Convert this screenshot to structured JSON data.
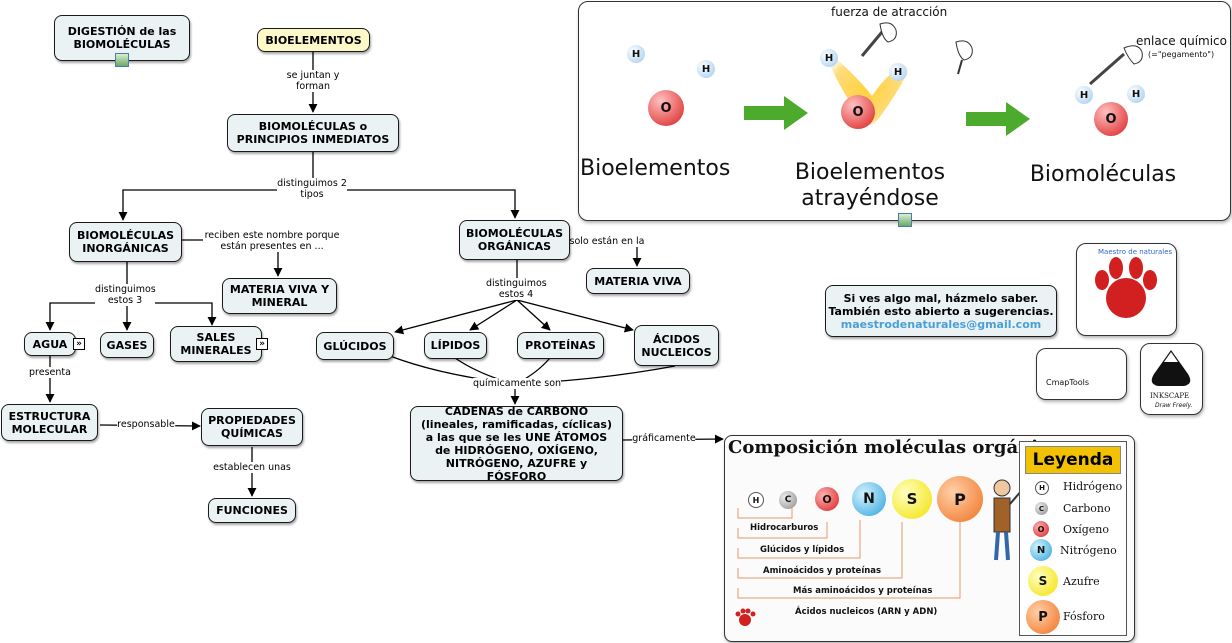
{
  "nodes": {
    "digestion": "DIGESTIÓN de las BIOMOLÉCULAS",
    "bioelementos": "BIOELEMENTOS",
    "biomoleculas": "BIOMOLÉCULAS o PRINCIPIOS INMEDIATOS",
    "inorganicas": "BIOMOLÉCULAS INORGÁNICAS",
    "organicas": "BIOMOLÉCULAS ORGÁNICAS",
    "materia_viva_mineral": "MATERIA VIVA Y MINERAL",
    "materia_viva": "MATERIA VIVA",
    "agua": "AGUA",
    "gases": "GASES",
    "sales": "SALES MINERALES",
    "glucidos": "GLÚCIDOS",
    "lipidos": "LÍPIDOS",
    "proteinas": "PROTEÍNAS",
    "acidos": "ÁCIDOS NUCLEICOS",
    "estructura": "ESTRUCTURA MOLECULAR",
    "propiedades": "PROPIEDADES QUÍMICAS",
    "funciones": "FUNCIONES",
    "cadenas": "CADENAS de CARBONO (lineales, ramificadas, cíclicas) a las que se les UNE ÁTOMOS de HIDRÓGENO, OXÍGENO, NITRÓGENO, AZUFRE y FÓSFORO"
  },
  "links": {
    "se_juntan": "se juntan y forman",
    "distinguimos_2": "distinguimos 2 tipos",
    "reciben": "reciben este nombre porque están presentes en ...",
    "solo_estan": "solo están en la",
    "distinguimos_3": "distinguimos estos 3",
    "distinguimos_4": "distinguimos estos 4",
    "presenta": "presenta",
    "responsable": "responsable",
    "establecen": "establecen unas",
    "quimicamente": "químicamente son",
    "graficamente": "gráficamente"
  },
  "expand_icon": "»",
  "top_panel": {
    "fuerza": "fuerza de atracción",
    "enlace": "enlace químico",
    "pegamento": "(=\"pegamento\")",
    "cap1": "Bioelementos",
    "cap2": "Bioelementos atrayéndose",
    "cap3": "Biomoléculas",
    "atom_h": "H",
    "atom_o": "O"
  },
  "suggestion": {
    "line1": "Si ves algo mal, házmelo saber.",
    "line2": "También esto abierto a sugerencias.",
    "email": "maestrodenaturales@gmail.com"
  },
  "logos": {
    "maestro": "Maestro de naturales",
    "cmaptools": "CmapTools",
    "inkscape": "INKSCAPE",
    "inkscape_sub": "Draw Freely."
  },
  "composicion": {
    "title": "Composición moléculas orgánicas",
    "legend_title": "Leyenda",
    "atoms": [
      "H",
      "C",
      "O",
      "N",
      "S",
      "P"
    ],
    "legend": [
      {
        "sym": "H",
        "name": "Hidrógeno"
      },
      {
        "sym": "C",
        "name": "Carbono"
      },
      {
        "sym": "O",
        "name": "Oxígeno"
      },
      {
        "sym": "N",
        "name": "Nitrógeno"
      },
      {
        "sym": "S",
        "name": "Azufre"
      },
      {
        "sym": "P",
        "name": "Fósforo"
      }
    ],
    "brackets": [
      "Hidrocarburos",
      "Glúcidos y lípidos",
      "Aminoácidos y proteínas",
      "Más aminoácidos y proteínas",
      "Ácidos nucleicos (ARN y ADN)"
    ]
  },
  "colors": {
    "node_bg": "#eaf2f4",
    "root_bg": "#fdf8c8",
    "arrow_green": "#4caa2c",
    "email": "#4a9fd8",
    "legend_title_bg": "#f2c200"
  }
}
